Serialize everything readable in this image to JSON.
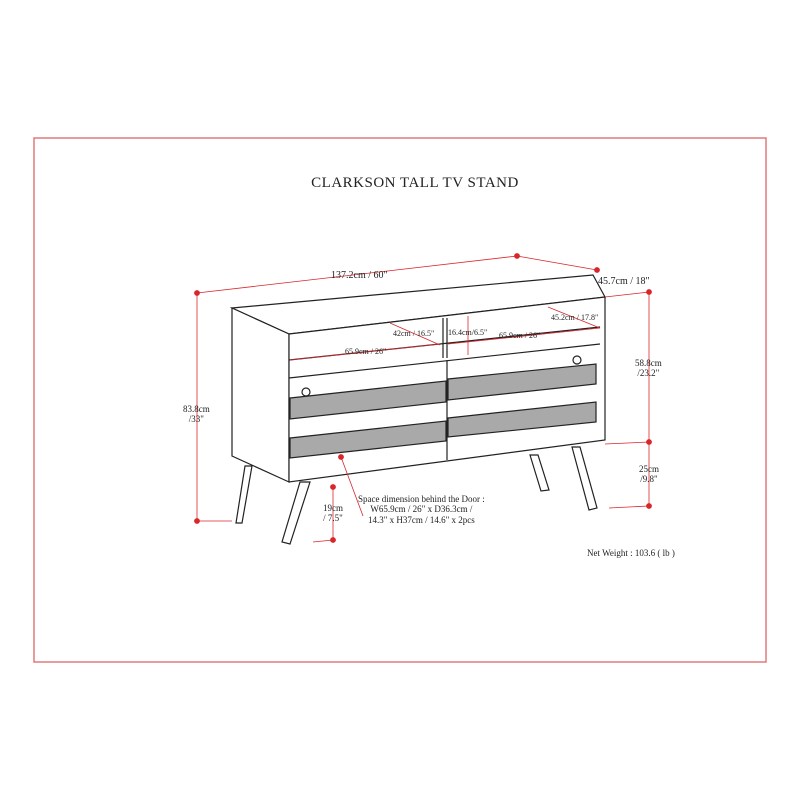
{
  "title": "CLARKSON TALL TV STAND",
  "dimensions": {
    "width": "137.2cm / 60\"",
    "depth": "45.7cm / 18\"",
    "total_height": [
      "83.8cm",
      "/33\""
    ],
    "body_height": [
      "58.8cm",
      "/23.2\""
    ],
    "leg_height": [
      "25cm",
      "/9.8\""
    ],
    "clearance": [
      "19cm",
      "/ 7.5\""
    ],
    "shelf_left_width": "65.9cm / 26\"",
    "shelf_right_width": "65.9cm / 26\"",
    "shelf_depth_left": "42cm / 16.5\"",
    "shelf_height": "16.4cm/6.5\"",
    "shelf_depth_right": "45.2cm / 17.8\""
  },
  "door_space_note": [
    "Space dimension behind the Door :",
    "W65.9cm / 26\" x D36.3cm /",
    "14.3\" x H37cm / 14.6\" x 2pcs"
  ],
  "net_weight": "Net Weight : 103.6 ( lb )",
  "colors": {
    "frame": "#e27a7a",
    "dimension": "#d9262b",
    "panel": "#a9a9a9"
  }
}
